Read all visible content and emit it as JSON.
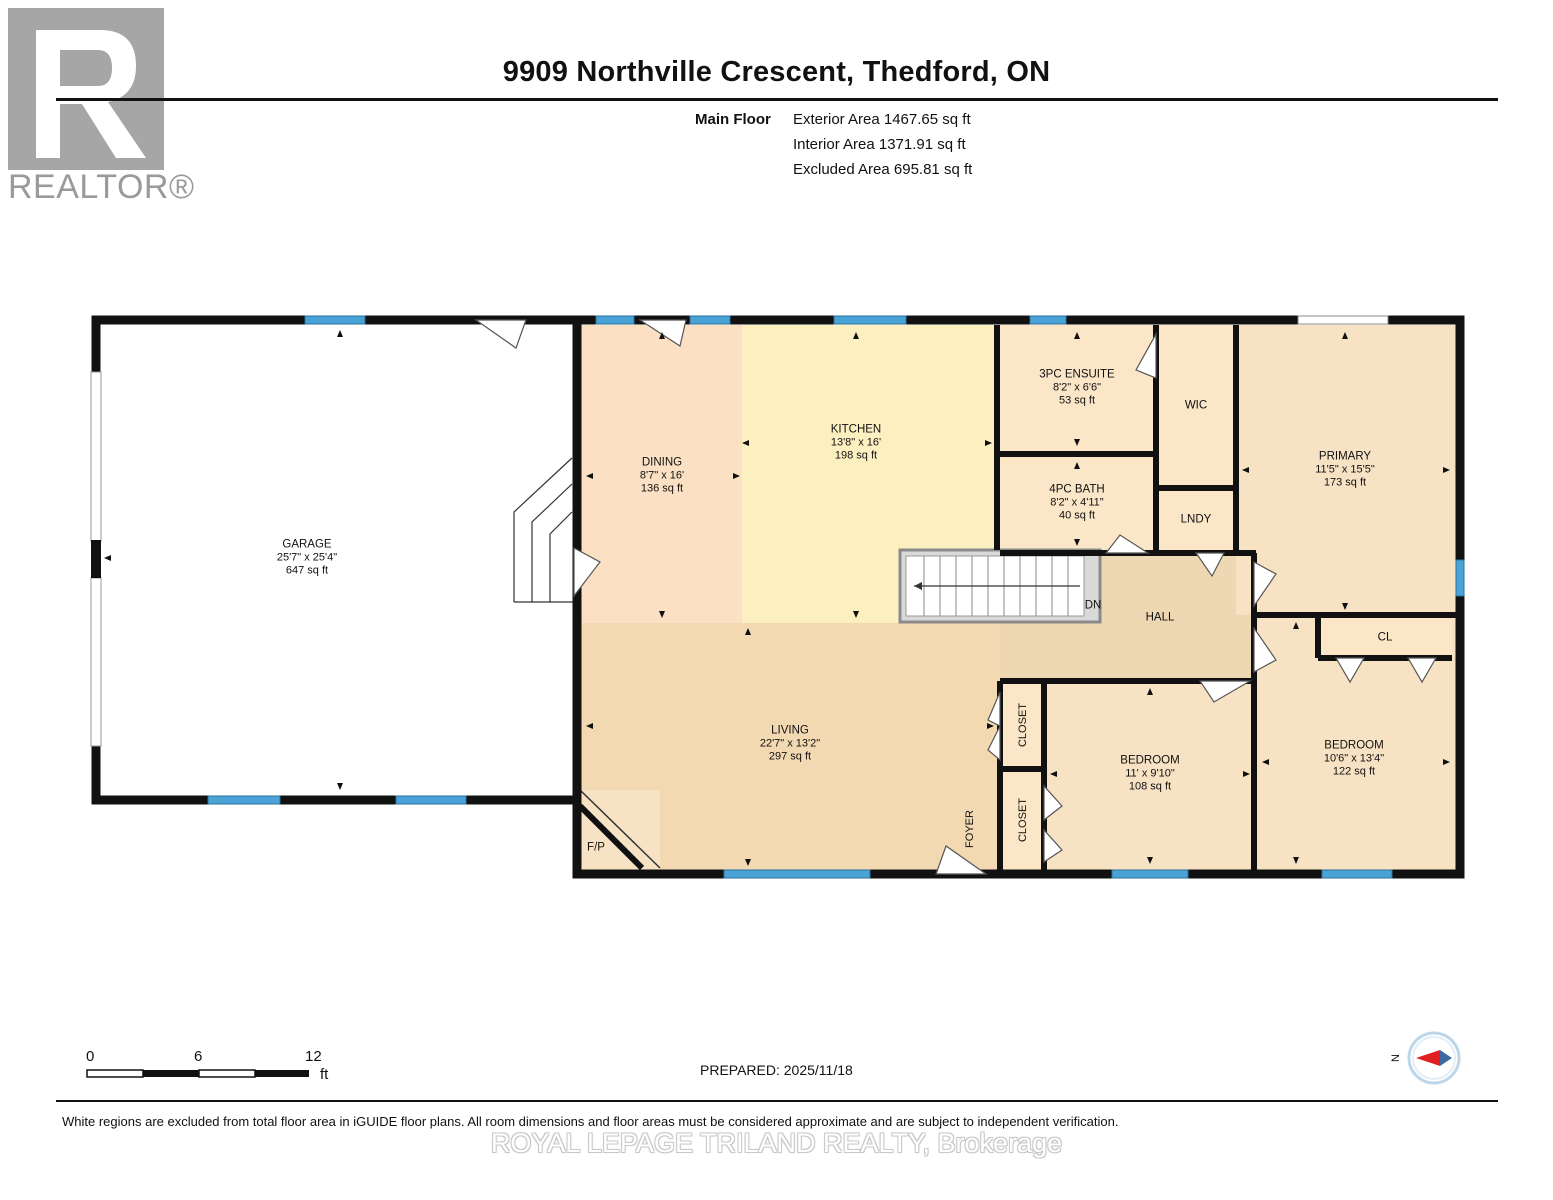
{
  "header": {
    "title": "9909 Northville Crescent, Thedford, ON"
  },
  "logo": {
    "wordmark": "REALTOR®",
    "icon": "realtor-r-logo-icon"
  },
  "areas": {
    "floor_label": "Main Floor",
    "exterior": "Exterior Area 1467.65 sq ft",
    "interior": "Interior Area 1371.91 sq ft",
    "excluded": "Excluded Area 695.81 sq ft"
  },
  "rooms": {
    "garage": {
      "name": "GARAGE",
      "dims": "25'7\" x 25'4\"",
      "area": "647 sq ft"
    },
    "dining": {
      "name": "DINING",
      "dims": "8'7\" x 16'",
      "area": "136 sq ft"
    },
    "kitchen": {
      "name": "KITCHEN",
      "dims": "13'8\" x 16'",
      "area": "198 sq ft"
    },
    "ensuite": {
      "name": "3PC ENSUITE",
      "dims": "8'2\" x 6'6\"",
      "area": "53 sq ft"
    },
    "bath": {
      "name": "4PC BATH",
      "dims": "8'2\" x 4'11\"",
      "area": "40 sq ft"
    },
    "wic": {
      "name": "WIC"
    },
    "lndy": {
      "name": "LNDY"
    },
    "primary": {
      "name": "PRIMARY",
      "dims": "11'5\" x 15'5\"",
      "area": "173 sq ft"
    },
    "hall": {
      "name": "HALL"
    },
    "cl": {
      "name": "CL"
    },
    "living": {
      "name": "LIVING",
      "dims": "22'7\" x 13'2\"",
      "area": "297 sq ft"
    },
    "bedroom1": {
      "name": "BEDROOM",
      "dims": "11' x 9'10\"",
      "area": "108 sq ft"
    },
    "bedroom2": {
      "name": "BEDROOM",
      "dims": "10'6\" x 13'4\"",
      "area": "122 sq ft"
    },
    "closet1": {
      "name": "CLOSET"
    },
    "closet2": {
      "name": "CLOSET"
    },
    "foyer": {
      "name": "FOYER"
    },
    "fp": {
      "name": "F/P"
    },
    "stairs": {
      "name": "DN"
    }
  },
  "scale": {
    "marks": [
      "0",
      "6",
      "12"
    ],
    "unit": "ft"
  },
  "prepared": "PREPARED: 2025/11/18",
  "compass": {
    "label": "N",
    "icon": "compass-north-arrow-icon"
  },
  "footer": {
    "disclaimer": "White regions are excluded from total floor area in iGUIDE floor plans. All room dimensions and floor areas must be considered approximate and are subject to independent verification.",
    "watermark": "ROYAL LEPAGE TRILAND REALTY, Brokerage"
  },
  "colors": {
    "wall": "#111111",
    "window": "#4aa3d6",
    "dining_fill": "#fbe0c4",
    "kitchen_fill": "#fdf0c0",
    "living_fill": "#f2d9b2",
    "room_fill": "#f7e2c4",
    "hall_fill": "#eed8b4",
    "compass_red": "#e02020"
  }
}
